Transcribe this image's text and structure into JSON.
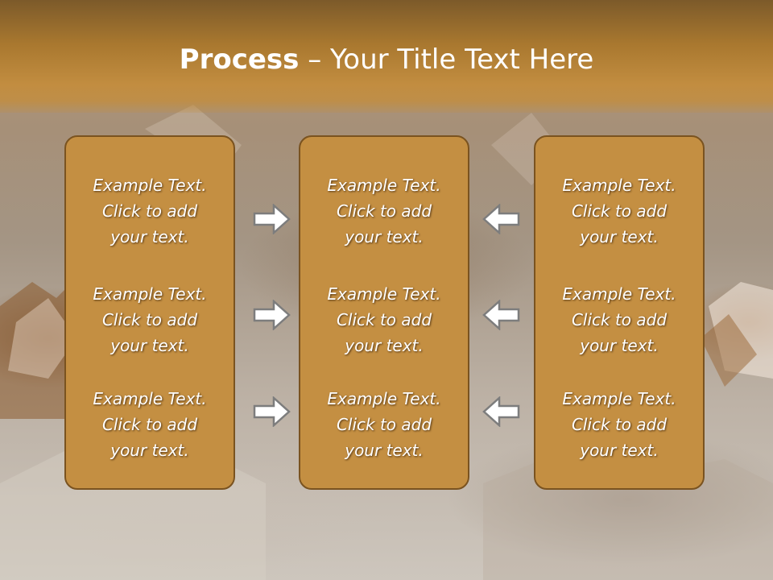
{
  "title": {
    "bold": "Process",
    "separator": " – ",
    "rest": "Your Title Text Here"
  },
  "columns": [
    {
      "items": [
        "Example Text.\nClick  to add\nyour text.",
        "Example Text.\nClick  to add\nyour text.",
        "Example Text.\nClick  to add\nyour text."
      ]
    },
    {
      "items": [
        "Example Text.\nClick  to add\nyour text.",
        "Example Text.\nClick  to add\nyour text.",
        "Example Text.\nClick  to add\nyour text."
      ]
    },
    {
      "items": [
        "Example Text.\nClick  to add\nyour text.",
        "Example Text.\nClick  to add\nyour text.",
        "Example Text.\nClick  to add\nyour text."
      ]
    }
  ],
  "arrows": {
    "left_group": "arrow-right-icon",
    "right_group": "arrow-left-icon"
  },
  "colors": {
    "header": "#a9782f",
    "box_fill": "#c48f42",
    "box_border": "#7a5320",
    "text": "#ffffff"
  }
}
